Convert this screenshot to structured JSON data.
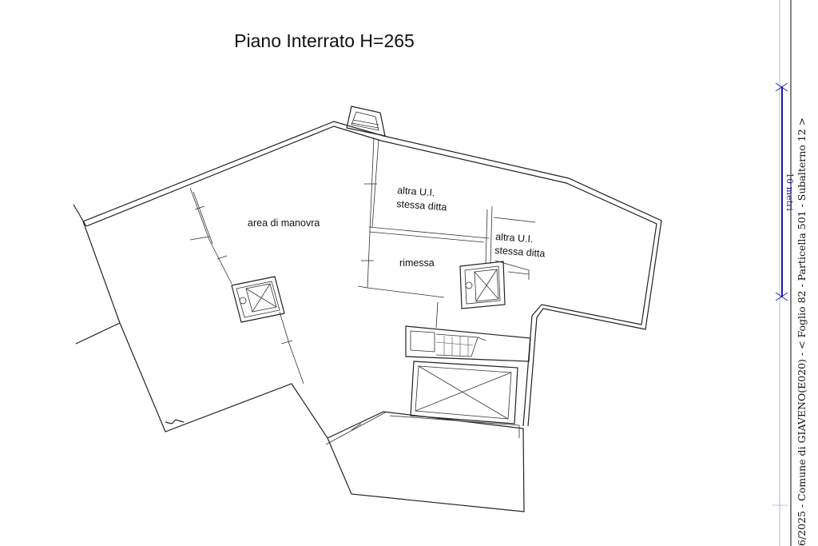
{
  "drawing": {
    "title": "Piano Interrato H=265",
    "rooms": {
      "area_manovra": "area  di manovra",
      "altra_ui_1_line1": "altra U.I.",
      "altra_ui_1_line2": "stessa ditta",
      "altra_ui_2_line1": "altra U.I.",
      "altra_ui_2_line2": "stessa ditta",
      "rimessa": "rimessa"
    },
    "scale_bar": {
      "label": "10 metri"
    },
    "sidebar_text": "6/2025 - Comune di GIAVENO(E020) - <  Foglio 82 - Particella  501 - Subalterno 12 >",
    "colors": {
      "lines": "#222222",
      "scale_bar": "#1a1aa8",
      "frame": "#8888cc"
    }
  }
}
